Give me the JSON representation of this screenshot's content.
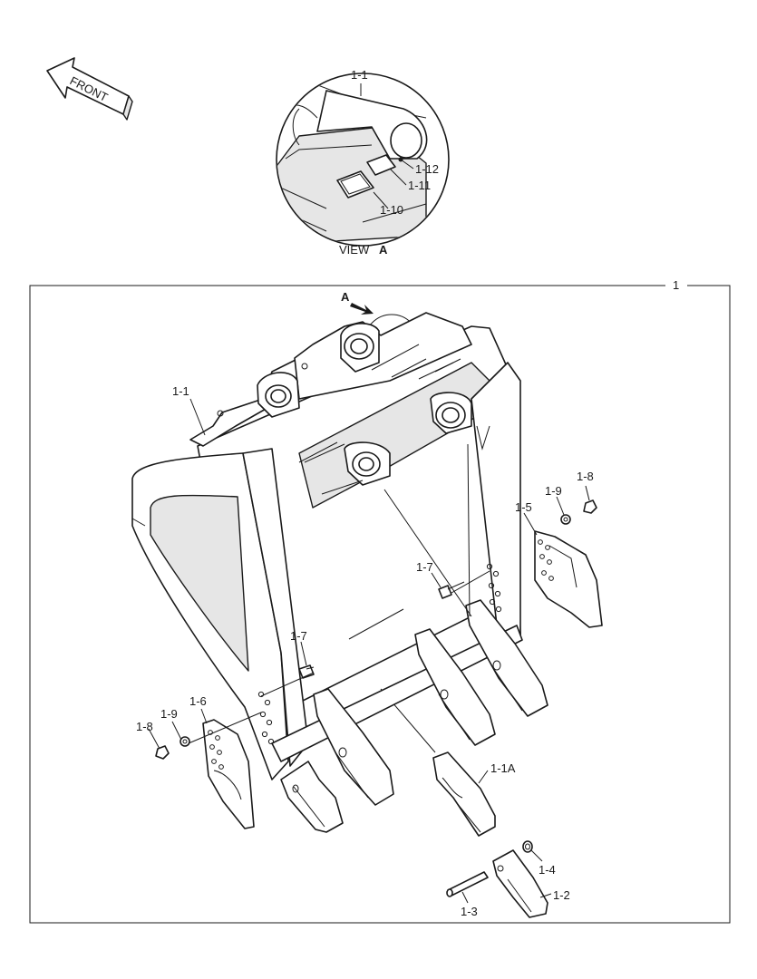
{
  "front_arrow": {
    "label": "FRONT"
  },
  "view_a": {
    "caption": "VIEW",
    "caption_letter": "A",
    "callouts": [
      "1-1",
      "1-12",
      "1-11",
      "1-10"
    ]
  },
  "main": {
    "assembly_label": "1",
    "view_marker": "A",
    "callouts": {
      "c1_1": "1-1",
      "c1_8r": "1-8",
      "c1_9r": "1-9",
      "c1_5": "1-5",
      "c1_7a": "1-7",
      "c1_7b": "1-7",
      "c1_6": "1-6",
      "c1_9l": "1-9",
      "c1_8l": "1-8",
      "c1_1A": "1-1A",
      "c1_4": "1-4",
      "c1_2": "1-2",
      "c1_3": "1-3"
    }
  }
}
